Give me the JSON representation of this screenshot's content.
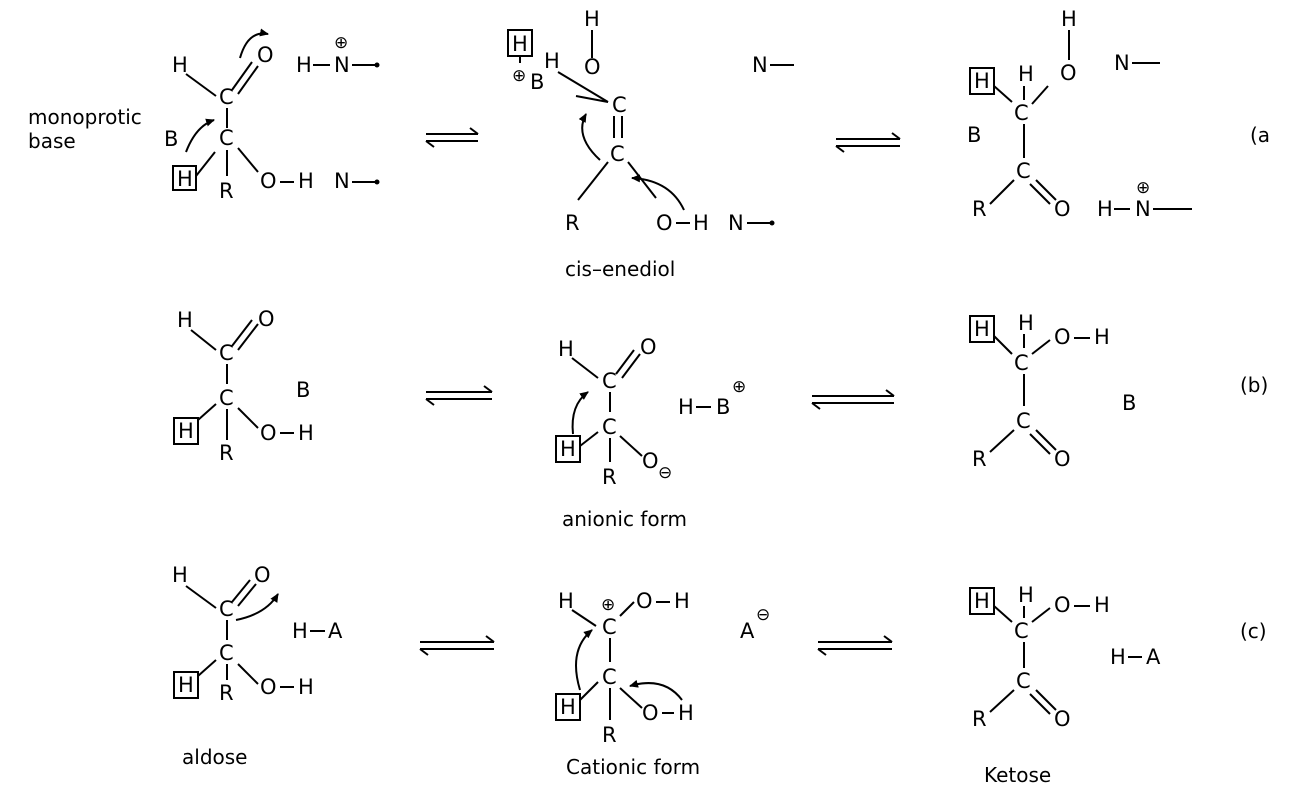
{
  "atoms": {
    "H": "H",
    "C": "C",
    "O": "O",
    "R": "R",
    "B": "B",
    "N": "N",
    "A": "A"
  },
  "charges": {
    "plus": "⊕",
    "minus": "⊖"
  },
  "dash": "–",
  "labels": {
    "monoprotic_1": "monoprotic",
    "monoprotic_2": "base",
    "cis_enediol": "cis–enediol",
    "anionic_form": "anionic form",
    "aldose": "aldose",
    "cationic_form": "Cationic form",
    "ketose": "Ketose"
  },
  "row_tags": {
    "a": "(a",
    "b": "(b)",
    "c": "(c)"
  }
}
